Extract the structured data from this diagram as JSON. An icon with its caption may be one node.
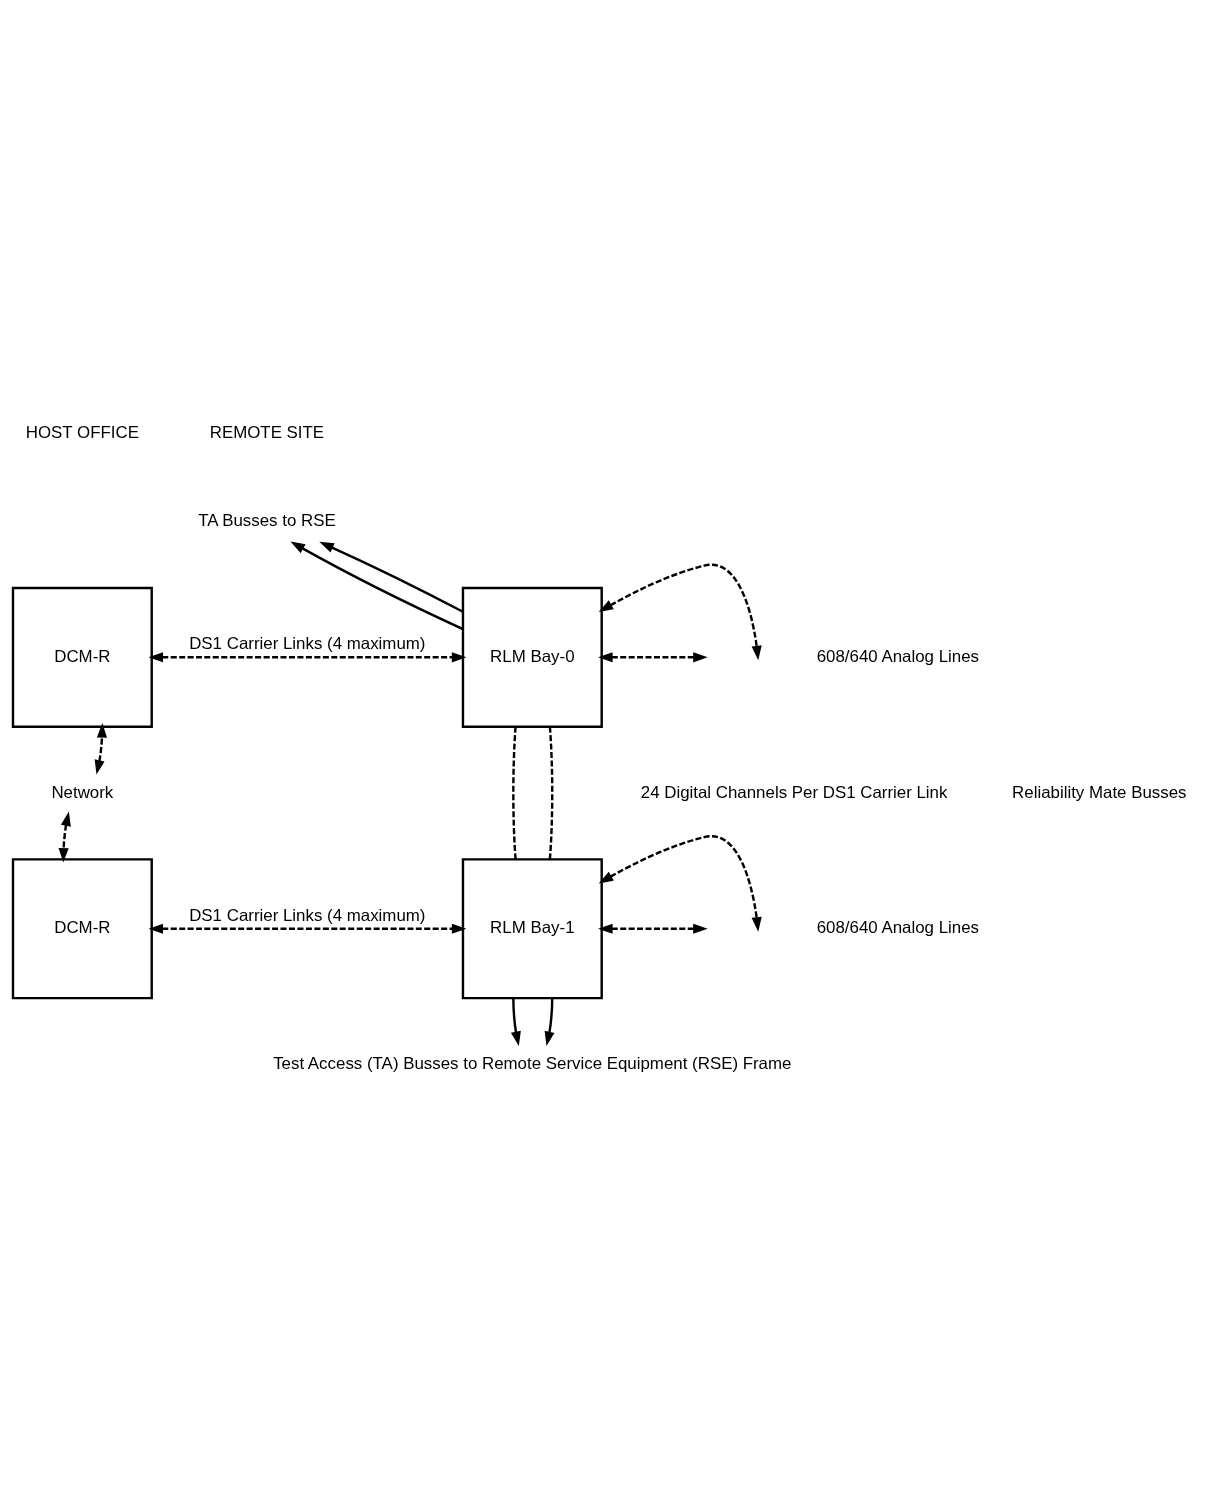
{
  "diagram": {
    "nodes": [
      {
        "text": [
          "DCM-R"
        ]
      },
      {
        "text": [
          "TA Busses to RSE"
        ]
      },
      {
        "text": [
          "RLM Bay-0"
        ]
      },
      {
        "text": [
          "Network"
        ]
      },
      {
        "text": [
          "DCM-R"
        ]
      },
      {
        "text": [
          "RLM Bay-1"
        ]
      },
      {
        "text": [
          "Test Access (TA) Busses to Remote Service Equipment (RSE) Frame"
        ]
      }
    ],
    "edges": [
      {
        "from": 2,
        "to": 1,
        "arrow": "to"
      },
      {
        "from": 2,
        "to": 1,
        "arrow": "to"
      },
      {
        "from": 3,
        "to": 0,
        "arrow": "both",
        "style": "dashed"
      },
      {
        "from": 0,
        "to": 2,
        "arrow": "both",
        "style": "dashed",
        "label": "DS1 Carrier Links (4 maximum)"
      },
      {
        "from": 2,
        "to": null,
        "arrow": "both",
        "style": "dashed"
      },
      {
        "from": 2,
        "to": null,
        "arrow": "both",
        "style": "dashed"
      },
      {
        "from": 2,
        "to": 5,
        "arrow": "none",
        "style": "dashed"
      },
      {
        "from": 2,
        "to": 5,
        "arrow": "none",
        "style": "dashed"
      },
      {
        "from": 3,
        "to": 4,
        "arrow": "both",
        "style": "dashed"
      },
      {
        "from": 4,
        "to": 5,
        "arrow": "both",
        "style": "dashed",
        "label": "DS1 Carrier Links (4 maximum)"
      },
      {
        "from": 5,
        "to": null,
        "arrow": "both",
        "style": "dashed"
      },
      {
        "from": 5,
        "to": null,
        "arrow": "both",
        "style": "dashed"
      },
      {
        "from": 5,
        "to": 6,
        "arrow": "to"
      },
      {
        "from": 5,
        "to": 6,
        "arrow": "to"
      }
    ],
    "labels": [
      "HOST OFFICE",
      "REMOTE SITE",
      "608/640 Analog Lines",
      "24 Digital Channels Per DS1 Carrier Link",
      "Reliability Mate Busses",
      "608/640 Analog Lines"
    ]
  }
}
